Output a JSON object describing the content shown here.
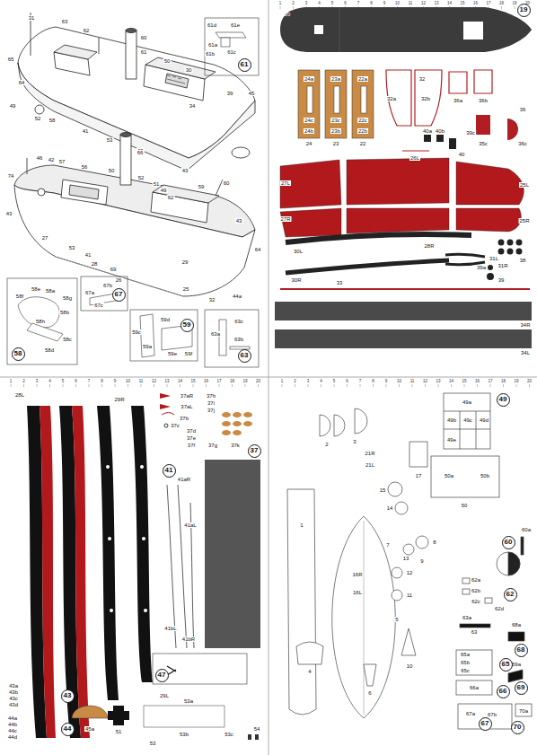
{
  "diagram": {
    "nodes": [
      {
        "text": [
          "61"
        ]
      },
      {
        "text": [
          "58"
        ]
      },
      {
        "text": [
          "59"
        ]
      },
      {
        "text": [
          "67"
        ]
      },
      {
        "text": [
          "63"
        ]
      },
      {
        "text": [
          "19"
        ]
      },
      {
        "text": [
          "37"
        ]
      },
      {
        "text": [
          "41"
        ]
      },
      {
        "text": [
          "43"
        ]
      },
      {
        "text": [
          "44"
        ]
      },
      {
        "text": [
          "47"
        ]
      },
      {
        "text": [
          "49"
        ]
      },
      {
        "text": [
          "60"
        ]
      },
      {
        "text": [
          "62"
        ]
      },
      {
        "text": [
          "65"
        ]
      },
      {
        "text": [
          "66"
        ]
      },
      {
        "text": [
          "68"
        ]
      },
      {
        "text": [
          "69"
        ]
      },
      {
        "text": [
          "70"
        ]
      },
      {
        "text": [
          "67"
        ]
      }
    ],
    "labels": [
      "1",
      "2",
      "3",
      "4",
      "5",
      "6",
      "7",
      "8",
      "9",
      "10",
      "11",
      "12",
      "13",
      "14",
      "15",
      "16",
      "17",
      "18",
      "19",
      "20",
      "1",
      "2",
      "3",
      "4",
      "5",
      "6",
      "7",
      "8",
      "9",
      "10",
      "11",
      "12",
      "13",
      "14",
      "15",
      "16",
      "17",
      "18",
      "19",
      "20",
      "1",
      "2",
      "3",
      "4",
      "5",
      "6",
      "7",
      "8",
      "9",
      "10",
      "11",
      "12",
      "13",
      "14",
      "15",
      "16",
      "17",
      "18",
      "19",
      "20",
      "31",
      "63",
      "62",
      "60",
      "61",
      "65",
      "64",
      "49",
      "52",
      "58",
      "41",
      "53",
      "48",
      "30",
      "50",
      "34",
      "39",
      "45",
      "43",
      "74",
      "46",
      "42",
      "57",
      "56",
      "50",
      "66",
      "52",
      "51",
      "49",
      "62",
      "59",
      "60",
      "43",
      "43",
      "27",
      "53",
      "41",
      "28",
      "69",
      "26",
      "29",
      "25",
      "32",
      "64",
      "44a",
      "61d",
      "61e",
      "61a",
      "61b",
      "61c",
      "58f",
      "58e",
      "58a",
      "58g",
      "58b",
      "58c",
      "58d",
      "58h",
      "59d",
      "59c",
      "59a",
      "59e",
      "59f",
      "63c",
      "63a",
      "63b",
      "67a",
      "67b",
      "67c",
      "20",
      "24a",
      "24c",
      "24b",
      "24",
      "23a",
      "23c",
      "23b",
      "23",
      "22a",
      "22c",
      "22b",
      "22",
      "32a",
      "32",
      "32b",
      "36a",
      "36b",
      "35c",
      "36",
      "36c",
      "40a",
      "40b",
      "40",
      "39c",
      "26L",
      "27L",
      "27R",
      "25L",
      "25R",
      "30L",
      "28R",
      "31L",
      "31R",
      "38",
      "39a",
      "39",
      "30R",
      "33",
      "34R",
      "34L",
      "28L",
      "29R",
      "29L",
      "37aR",
      "37aL",
      "37b",
      "37h",
      "37i",
      "37j",
      "37c",
      "37d",
      "37e",
      "37f",
      "37g",
      "37k",
      "41aR",
      "41aL",
      "41bL",
      "41bR",
      "43a",
      "43b",
      "43c",
      "43d",
      "44a",
      "44b",
      "44c",
      "44d",
      "45a",
      "51",
      "53",
      "53a",
      "53b",
      "53c",
      "54",
      "50",
      "63",
      "1",
      "2",
      "3",
      "4",
      "5",
      "6",
      "7",
      "8",
      "9",
      "10",
      "11",
      "12",
      "13",
      "14",
      "15",
      "16R",
      "16L",
      "17",
      "21R",
      "21L",
      "49a",
      "49b",
      "49c",
      "49d",
      "49e",
      "50a",
      "50b",
      "60a",
      "62a",
      "62b",
      "62c",
      "62d",
      "63a",
      "65a",
      "65b",
      "65c",
      "66a",
      "68a",
      "69a",
      "70a",
      "67a",
      "67b"
    ]
  }
}
